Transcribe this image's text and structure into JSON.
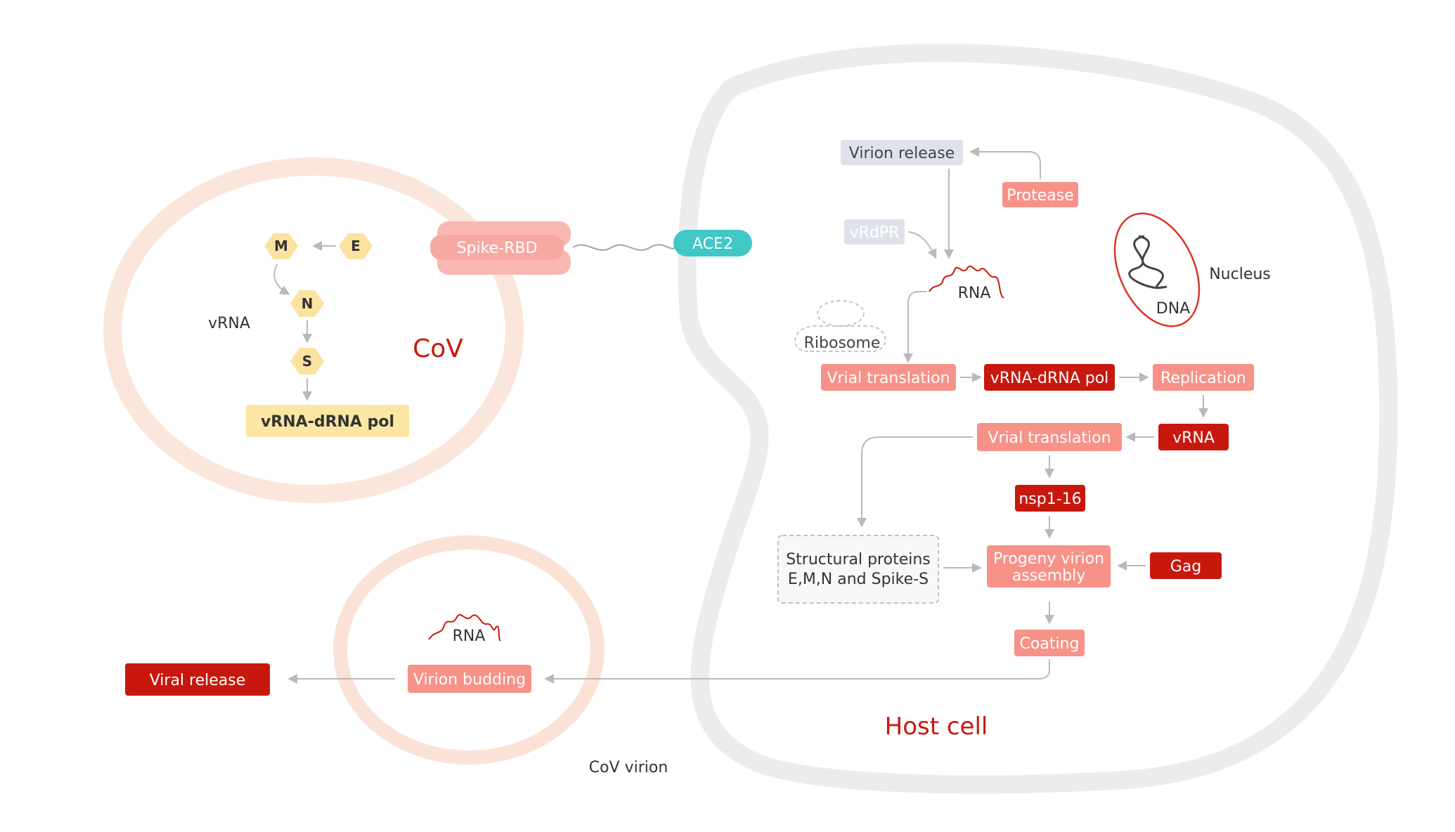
{
  "cov": {
    "title": "CoV",
    "vrna_label": "vRNA",
    "hex_m": "M",
    "hex_e": "E",
    "hex_n": "N",
    "hex_s": "S",
    "pol": "vRNA-dRNA pol"
  },
  "spike": "Spike-RBD",
  "ace2": "ACE2",
  "host": {
    "title": "Host cell",
    "virion_release": "Virion release",
    "protease": "Protease",
    "vrdpr": "vRdPR",
    "rna": "RNA",
    "ribosome": "Ribosome",
    "nucleus": "Nucleus",
    "dna": "DNA",
    "vrial_translation_1": "Vrial translation",
    "pol": "vRNA-dRNA pol",
    "replication": "Replication",
    "vrial_translation_2": "Vrial translation",
    "vrna": "vRNA",
    "nsp": "nsp1-16",
    "structural_1": "Structural proteins",
    "structural_2": "E,M,N and Spike-S",
    "progeny_1": "Progeny virion",
    "progeny_2": "assembly",
    "gag": "Gag",
    "coating": "Coating"
  },
  "virion": {
    "rna": "RNA",
    "budding": "Virion budding",
    "label": "CoV virion"
  },
  "viral_release": "Viral release",
  "colors": {
    "dark_red": "#c8180e",
    "salmon": "#f79289",
    "light_salmon": "#f6b6af",
    "yellow": "#fbe6a3",
    "teal": "#41c7c5",
    "grey_box": "#dfe2ea",
    "arrow": "#b9b9b9",
    "title_red": "#c8180e"
  }
}
